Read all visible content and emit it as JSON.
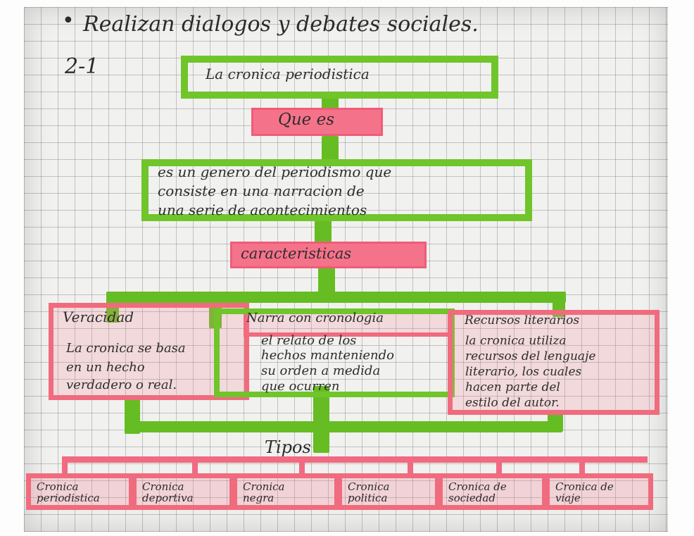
{
  "header": {
    "bullet": "•",
    "text": "Realizan dialogos y debates sociales."
  },
  "section_number": "2-1",
  "diagram": {
    "title": "La cronica periodistica",
    "question": "Que es",
    "definition": {
      "line1": "es un genero del periodismo que",
      "line2": "consiste en una narracion de",
      "line3": "una serie de acontecimientos"
    },
    "characteristics_label": "caracteristicas",
    "characteristics": [
      {
        "title": "Veracidad",
        "lines": [
          "La cronica se basa",
          "en un hecho",
          "verdadero o real."
        ]
      },
      {
        "title": "Narra con cronologia",
        "lines": [
          "el relato de los",
          "hechos manteniendo",
          "su orden a medida",
          "que ocurren"
        ]
      },
      {
        "title": "Recursos literarios",
        "lines": [
          "la cronica utiliza",
          "recursos del lenguaje",
          "literario, los cuales",
          "hacen parte del",
          "estilo del autor."
        ]
      }
    ],
    "types_label": "Tipos",
    "types": [
      {
        "line1": "Cronica",
        "line2": "periodistica"
      },
      {
        "line1": "Cronica",
        "line2": "deportiva"
      },
      {
        "line1": "Cronica",
        "line2": "negra"
      },
      {
        "line1": "Cronica",
        "line2": "politica"
      },
      {
        "line1": "Cronica de",
        "line2": "sociedad"
      },
      {
        "line1": "Cronica de",
        "line2": "viaje"
      }
    ]
  },
  "colors": {
    "green_marker": "#6fc52a",
    "pink_marker": "#f06b7d",
    "paper": "#f1f1ef",
    "grid": "#8c8c8c",
    "ink": "#2b2b2b"
  }
}
